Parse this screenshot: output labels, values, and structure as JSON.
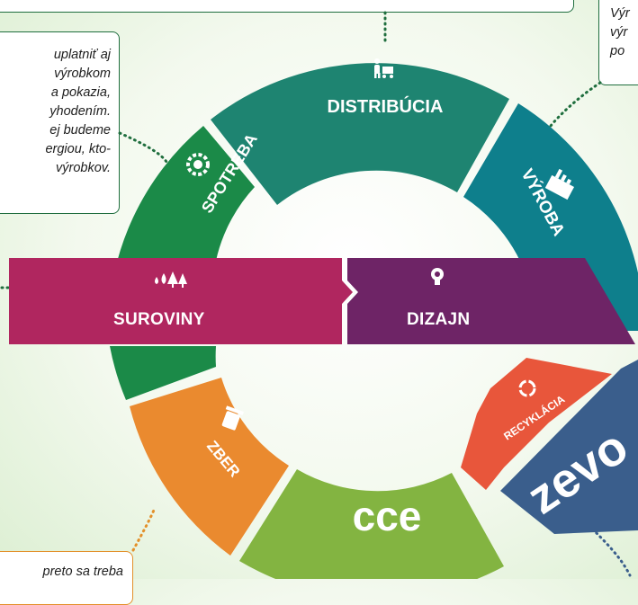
{
  "segments": {
    "distribucia": "DISTRIBÚCIA",
    "vyroba": "VÝROBA",
    "spotreba": "SPOTREBA",
    "zber": "ZBER",
    "recyklacia": "RECYKLÁCIA",
    "suroviny": "SUROVINY",
    "dizajn": "DIZAJN"
  },
  "logos": {
    "cce": "cce",
    "zevo": "zevo"
  },
  "notes": {
    "left": [
      "uplatniť aj",
      "výrobkom",
      "a pokazia,",
      "yhodením.",
      "ej budeme",
      "ergiou, kto-",
      "výrobkov."
    ],
    "top_right": [
      "Výr",
      "výr",
      "po"
    ],
    "bottom": [
      "preto sa treba"
    ]
  },
  "colors": {
    "distribucia": "#1e8471",
    "vyroba": "#0e7f8c",
    "spotreba": "#1b8a48",
    "zber": "#ea8a2f",
    "cce": "#83b441",
    "recyklacia": "#e8563b",
    "zevo": "#3a5e8c",
    "suroviny": "#b0265f",
    "dizajn": "#6e2466",
    "connector_green": "#1f6e3e",
    "connector_orange": "#e3902a",
    "connector_blue": "#3a5e8c"
  },
  "icons": [
    "worker-cart-icon",
    "factory-icon",
    "gear-icon",
    "recycle-icon",
    "trees-drops-icon",
    "lightbulb-icon",
    "trash-icon"
  ]
}
